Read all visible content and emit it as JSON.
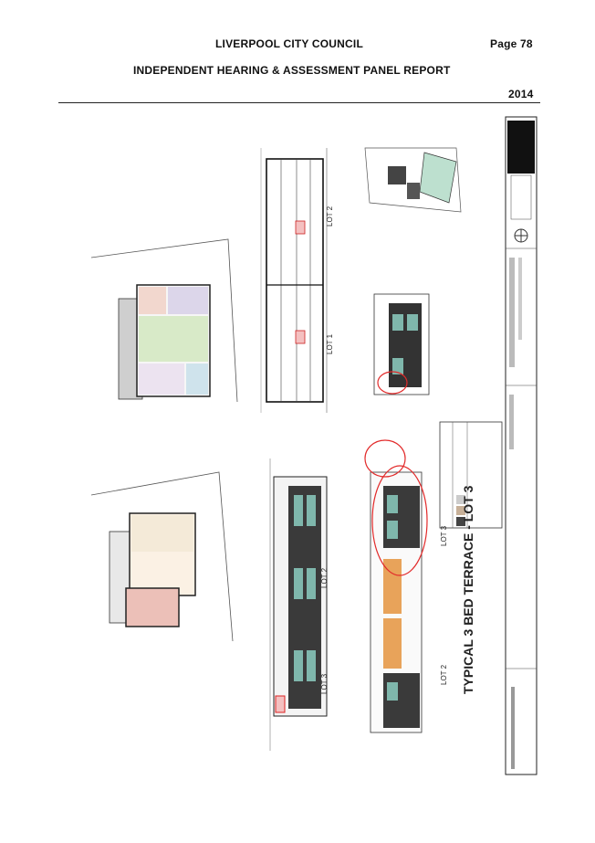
{
  "header": {
    "council": "LIVERPOOL CITY COUNCIL",
    "page": "Page 78",
    "panel": "INDEPENDENT HEARING & ASSESSMENT PANEL REPORT",
    "year": "2014"
  },
  "drawing": {
    "title": "TYPICAL 3 BED TERRACE - LOT 3",
    "lot_labels": [
      "LOT 1",
      "LOT 2",
      "LOT 2",
      "LOT 3",
      "LOT 2",
      "LOT 3"
    ],
    "colors": {
      "wall": "#2b2b2b",
      "roof_green": "#cfe2c6",
      "garage_pink": "#ecc0b8",
      "facade_orange": "#e8a35a",
      "window_teal": "#7fb7ac",
      "revision_cloud": "#e22a2a"
    }
  }
}
